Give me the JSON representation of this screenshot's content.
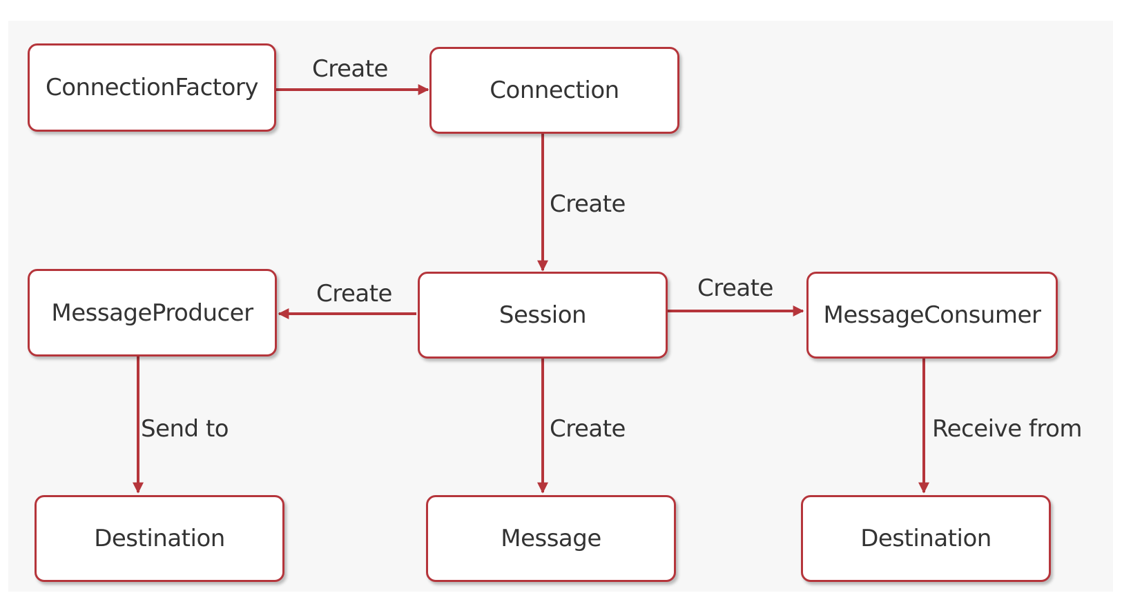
{
  "diagram": {
    "line_color": "#b5353b",
    "nodes": {
      "connection_factory": "ConnectionFactory",
      "connection": "Connection",
      "session": "Session",
      "message_producer": "MessageProducer",
      "message_consumer": "MessageConsumer",
      "destination_producer": "Destination",
      "message": "Message",
      "destination_consumer": "Destination"
    },
    "edges": [
      {
        "from": "connection_factory",
        "to": "connection",
        "label": "Create"
      },
      {
        "from": "connection",
        "to": "session",
        "label": "Create"
      },
      {
        "from": "session",
        "to": "message_producer",
        "label": "Create"
      },
      {
        "from": "session",
        "to": "message_consumer",
        "label": "Create"
      },
      {
        "from": "message_producer",
        "to": "destination_producer",
        "label": "Send to"
      },
      {
        "from": "session",
        "to": "message",
        "label": "Create"
      },
      {
        "from": "message_consumer",
        "to": "destination_consumer",
        "label": "Receive from"
      }
    ]
  }
}
